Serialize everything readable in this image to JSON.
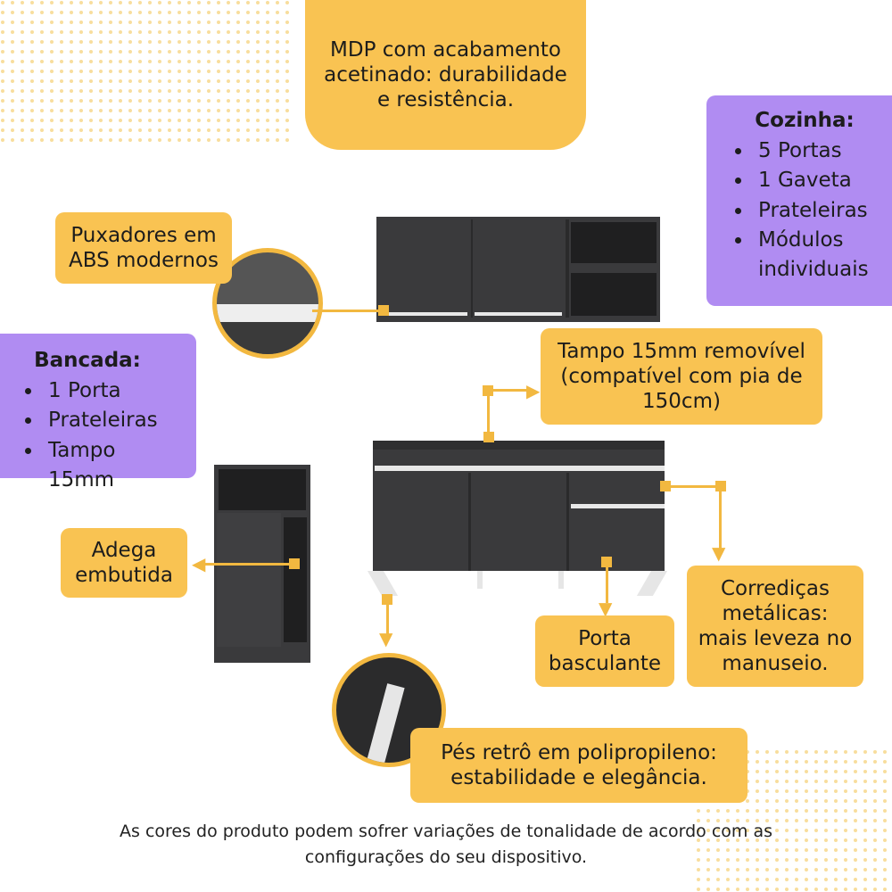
{
  "boxes": {
    "mdp": [
      "MDP com acabamento",
      "acetinado: durabilidade",
      "e resistência."
    ],
    "puxadores": [
      "Puxadores em",
      "ABS modernos"
    ],
    "tampo": [
      "Tampo 15mm removível",
      "(compatível com pia de",
      "150cm)"
    ],
    "adega": [
      "Adega",
      "embutida"
    ],
    "porta": [
      "Porta",
      "basculante"
    ],
    "corredicas": [
      "Corrediças",
      "metálicas:",
      "mais leveza no",
      "manuseio."
    ],
    "pes": [
      "Pés retrô em polipropileno:",
      "estabilidade e elegância."
    ]
  },
  "cozinha": {
    "title": "Cozinha:",
    "items": [
      "5 Portas",
      "1 Gaveta",
      "Prateleiras",
      "Módulos individuais"
    ]
  },
  "bancada": {
    "title": "Bancada:",
    "items": [
      "1 Porta",
      "Prateleiras",
      "Tampo 15mm"
    ]
  },
  "footer": [
    "As cores do produto podem sofrer variações de tonalidade de acordo com as",
    "configurações do seu dispositivo."
  ],
  "colors": {
    "yellow": "#f9c352",
    "purple": "#b08cf2",
    "cabinet": "#3a3a3c",
    "accent": "#f2b840"
  }
}
